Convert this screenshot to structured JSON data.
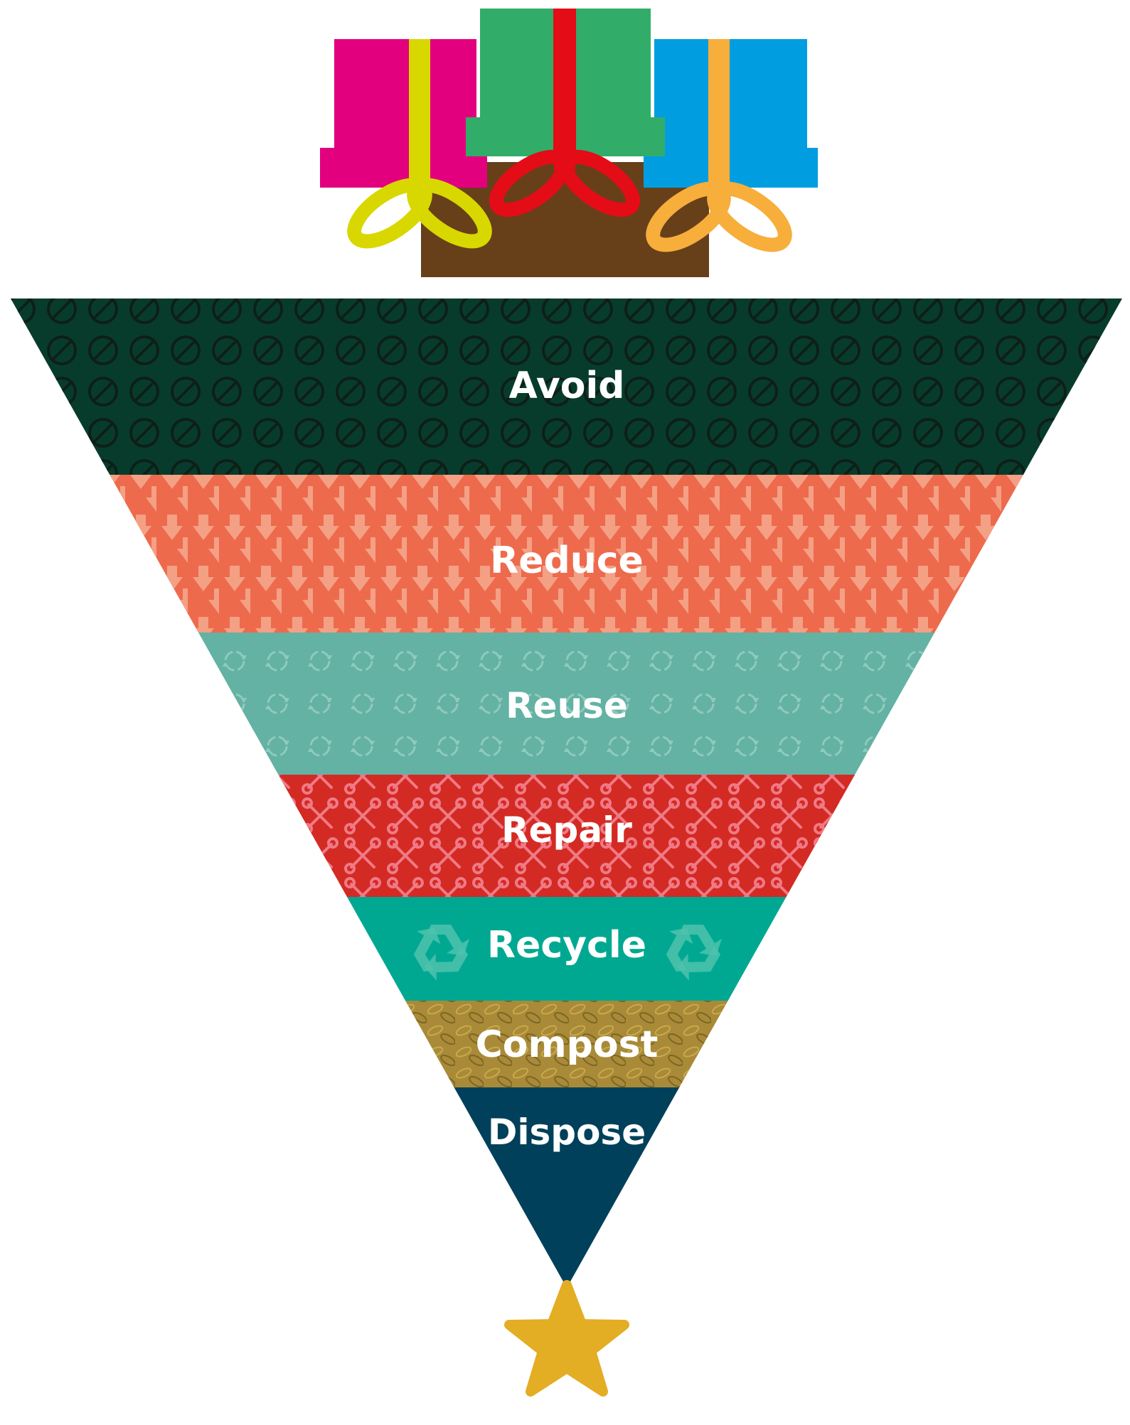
{
  "hierarchy": {
    "levels": [
      {
        "label": "Avoid",
        "color": "#073c2c",
        "pattern_icon": "no-symbol-icon"
      },
      {
        "label": "Reduce",
        "color": "#ee6a4d",
        "pattern_icon": "down-arrow-icon"
      },
      {
        "label": "Reuse",
        "color": "#63b2a3",
        "pattern_icon": "cycle-arrows-icon"
      },
      {
        "label": "Repair",
        "color": "#d42a24",
        "pattern_icon": "wrench-icon"
      },
      {
        "label": "Recycle",
        "color": "#00a892",
        "pattern_icon": "recycle-icon"
      },
      {
        "label": "Compost",
        "color": "#a88a38",
        "pattern_icon": "leaf-icon"
      },
      {
        "label": "Dispose",
        "color": "#00405a",
        "pattern_icon": ""
      }
    ]
  },
  "decorations": {
    "gifts": [
      {
        "name": "gift-box-magenta",
        "box_color": "#e3007e",
        "ribbon_color": "#d9d700"
      },
      {
        "name": "gift-box-green",
        "box_color": "#31ad69",
        "ribbon_color": "#e30c17"
      },
      {
        "name": "gift-box-blue",
        "box_color": "#009ee0",
        "ribbon_color": "#f7ae3b"
      }
    ],
    "trunk_color": "#67401a",
    "star_color": "#e3ad24",
    "text_color": "#ffffff"
  }
}
